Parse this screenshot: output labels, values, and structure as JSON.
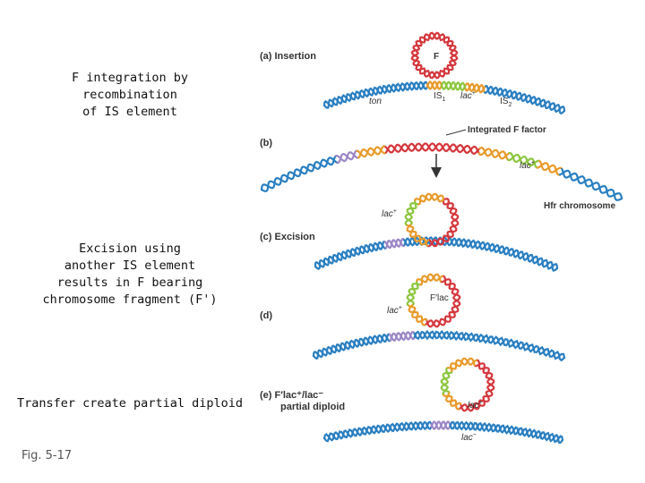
{
  "captions": {
    "integration": "F integration by\nrecombination\nof IS element",
    "excision": "Excision using\nanother IS element\nresults in F bearing\nchromosome fragment (F')",
    "transfer": "Transfer create partial diploid"
  },
  "figure_ref": "Fig. 5-17",
  "panels": {
    "a": {
      "label": "(a) Insertion",
      "plasmid": "F",
      "ton": "ton",
      "is1": "IS",
      "is1_sub": "1",
      "lac": "lac",
      "lac_sup": "+",
      "is2": "IS",
      "is2_sub": "2"
    },
    "b": {
      "label": "(b)",
      "integrated": "Integrated F factor",
      "lac": "lac",
      "lac_sup": "+",
      "hfr": "Hfr chromosome"
    },
    "c": {
      "label": "(c) Excision",
      "lac": "lac",
      "lac_sup": "+"
    },
    "d": {
      "label": "(d)",
      "fprime": "F′lac",
      "lac": "lac",
      "lac_sup": "+"
    },
    "e": {
      "label_1": "(e) F′lac⁺/lac⁻",
      "label_2": "partial diploid",
      "lac_top": "lac",
      "lac_top_sup": "+",
      "lac_bottom": "lac",
      "lac_bottom_sup": "−"
    }
  },
  "colors": {
    "chromosome_blue": "#2a7fc1",
    "plasmid_red": "#d4373d",
    "is_orange": "#e89a2a",
    "lac_green": "#8cc63f",
    "purple": "#9b87c6",
    "arrow": "#333333"
  }
}
